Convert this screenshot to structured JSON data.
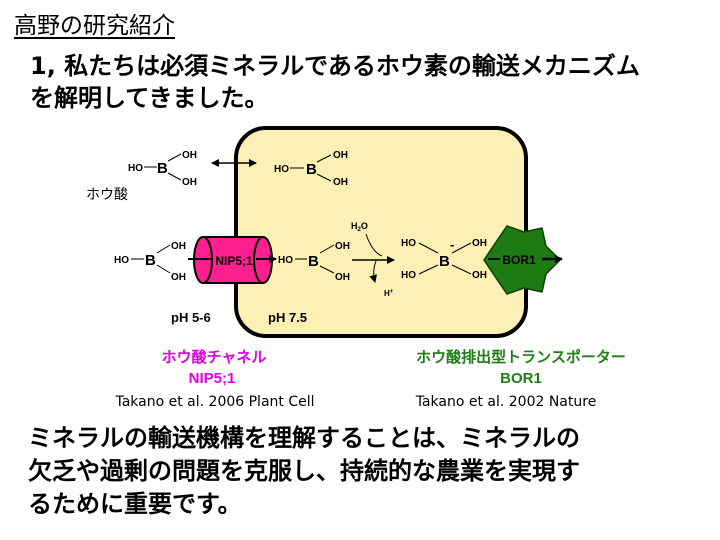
{
  "title": "高野の研究紹介",
  "headline": {
    "line1": "1, 私たちは必須ミネラルであるホウ素の輸送メカニズム",
    "line2": "を解明してきました。"
  },
  "diagram": {
    "ho": "HO",
    "oh": "OH",
    "b": "B",
    "minus": "-",
    "boric_acid": "ホウ酸",
    "water_h": "H",
    "water_sub": "2",
    "water_o": "O",
    "proton_h": "H",
    "proton_sup": "+",
    "nip_label": "NIP5;1",
    "bor_label": "BOR1",
    "ph_outside": "pH 5-6",
    "ph_inside": "pH 7.5",
    "nip_caption": "ホウ酸チャネル",
    "nip_name": "NIP5;1",
    "nip_ref": "Takano et al. 2006 Plant Cell",
    "bor_caption": "ホウ酸排出型トランスポーター",
    "bor_name": "BOR1",
    "bor_ref": "Takano et al. 2002 Nature",
    "colors": {
      "cell_fill": "#fdf0b4",
      "channel": "#ff1f8e",
      "transporter": "#1e7a12",
      "caption_magenta": "#e000e0",
      "caption_green": "#1f7f14"
    }
  },
  "bottom": {
    "line1": "ミネラルの輸送機構を理解することは、ミネラルの",
    "line2": "欠乏や過剰の問題を克服し、持続的な農業を実現す",
    "line3": "るために重要です。"
  }
}
